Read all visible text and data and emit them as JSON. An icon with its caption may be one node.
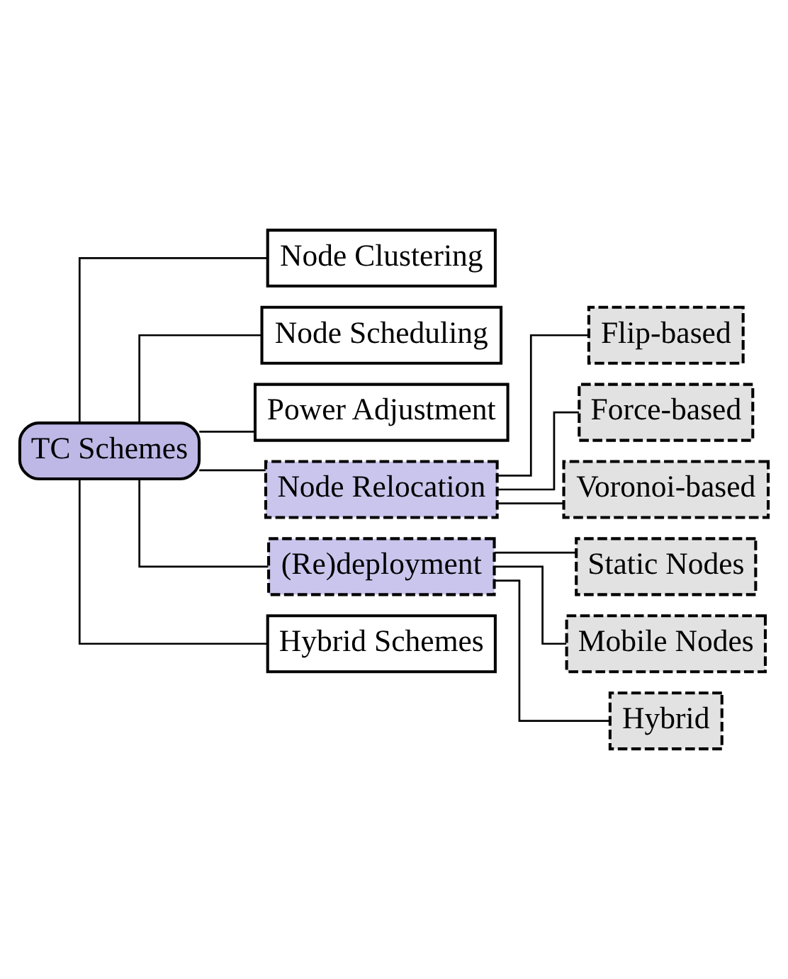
{
  "diagram": {
    "nodes": [
      {
        "text": [
          "TC Schemes"
        ]
      },
      {
        "text": [
          "Node Clustering"
        ]
      },
      {
        "text": [
          "Node Scheduling"
        ]
      },
      {
        "text": [
          "Power Adjustment"
        ]
      },
      {
        "text": [
          "Node Relocation"
        ]
      },
      {
        "text": [
          "Flip-based"
        ]
      },
      {
        "text": [
          "Force-based"
        ]
      },
      {
        "text": [
          "Voronoi-based"
        ]
      },
      {
        "text": [
          "(Re)deployment"
        ]
      },
      {
        "text": [
          "Static Nodes"
        ]
      },
      {
        "text": [
          "Mobile Nodes"
        ]
      },
      {
        "text": [
          "Hybrid"
        ]
      },
      {
        "text": [
          "Hybrid Schemes"
        ]
      }
    ],
    "edges": [
      {
        "from": 0,
        "to": 1,
        "arrow": "none"
      },
      {
        "from": 0,
        "to": 2,
        "arrow": "none"
      },
      {
        "from": 0,
        "to": 3,
        "arrow": "none"
      },
      {
        "from": 0,
        "to": 4,
        "arrow": "none"
      },
      {
        "from": 4,
        "to": 5,
        "arrow": "none"
      },
      {
        "from": 4,
        "to": 6,
        "arrow": "none"
      },
      {
        "from": 4,
        "to": 7,
        "arrow": "none"
      },
      {
        "from": 0,
        "to": 8,
        "arrow": "none"
      },
      {
        "from": 8,
        "to": 9,
        "arrow": "none"
      },
      {
        "from": 8,
        "to": 10,
        "arrow": "none"
      },
      {
        "from": 8,
        "to": 11,
        "arrow": "none"
      },
      {
        "from": 0,
        "to": 12,
        "arrow": "none"
      }
    ]
  }
}
